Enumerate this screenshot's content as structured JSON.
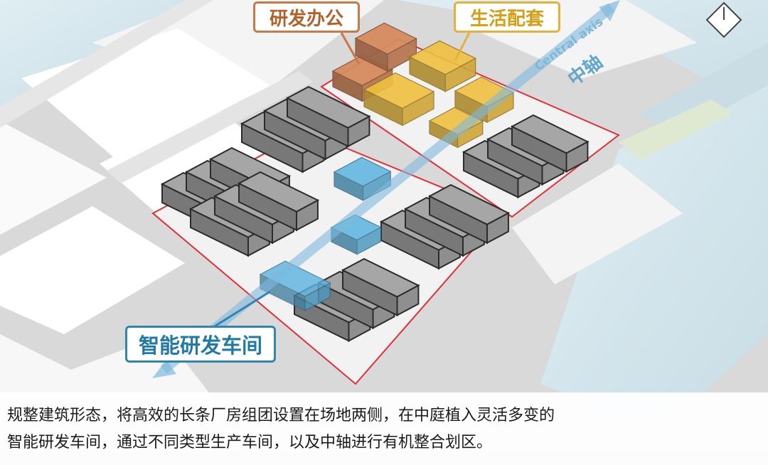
{
  "labels": {
    "rd_office": "研发办公",
    "living": "生活配套",
    "smart_workshop": "智能研发车间"
  },
  "axis": {
    "english": "Central axis",
    "chinese": "中轴"
  },
  "caption": {
    "line1": "规整建筑形态，将高效的长条厂房组团设置在场地两侧，在中庭植入灵活多变的",
    "line2": "智能研发车间，通过不同类型生产车间，以及中轴进行有机整合划区。"
  },
  "colors": {
    "rd_office": "#d68a5e",
    "living": "#f0c040",
    "smart_workshop": "#5bb3e0",
    "factory": "#a6a6a6",
    "water": "#d2e3ea",
    "road": "#cfcfcf",
    "boundary": "#e0303a",
    "axis": "#7fb9dd"
  },
  "icons": {
    "compass": "north-arrow-icon"
  }
}
